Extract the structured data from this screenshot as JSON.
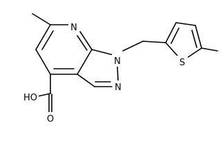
{
  "molecule": {
    "colors": {
      "bond": "#000000",
      "label": "#000000",
      "background": "#ffffff"
    },
    "labels": {
      "pyridine_n": "N",
      "pyrazole_n1": "N",
      "pyrazole_n2": "N",
      "thiophene_s": "S",
      "hydroxyl": "HO",
      "carbonyl_o": "O"
    }
  }
}
